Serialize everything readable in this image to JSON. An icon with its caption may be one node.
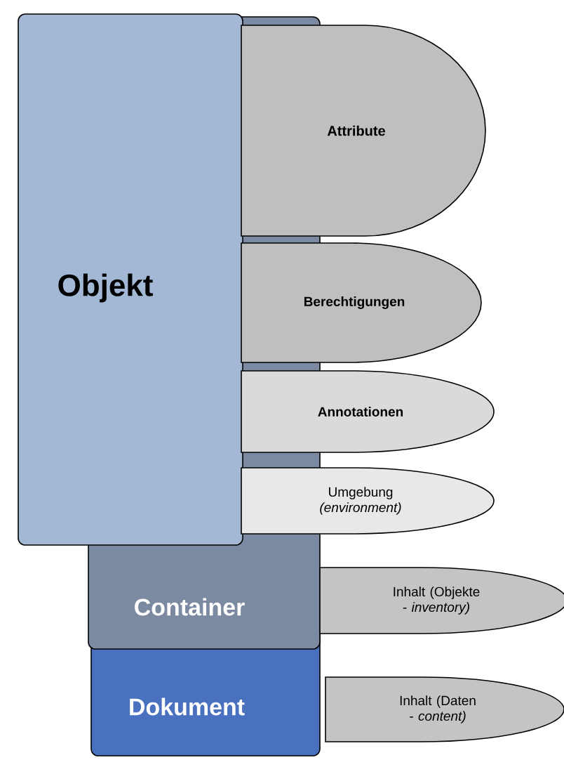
{
  "diagram": {
    "nodes": [
      {
        "text": [
          "Objekt"
        ]
      },
      {
        "text": [
          "Attribute"
        ]
      },
      {
        "text": [
          "Berechtigungen"
        ]
      },
      {
        "text": [
          "Annotationen"
        ]
      },
      {
        "text": [
          "Umgebung *(environment)*"
        ]
      },
      {
        "text": [
          "Container"
        ]
      },
      {
        "text": [
          "Inhalt (Objekte - *inventory)*"
        ]
      },
      {
        "text": [
          "Dokument"
        ]
      },
      {
        "text": [
          "Inhalt (Daten - *content)*"
        ]
      }
    ]
  }
}
